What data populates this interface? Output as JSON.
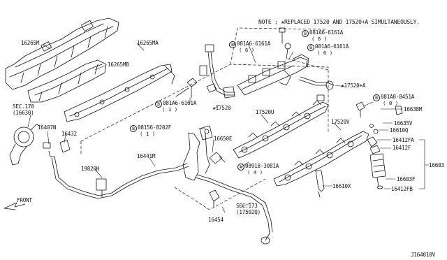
{
  "note": {
    "prefix": "NOTE ;",
    "text": "★REPLACED 17520 AND 17520+A SIMULTANEOUSLY."
  },
  "bolt_prefix": "B",
  "star_symbol": "★",
  "labels": {
    "p16265m": "16265M",
    "p16265mb": "16265MB",
    "p16265ma": "16265MA",
    "sec170_a": "SEC.170",
    "sec170_b": "(16630)",
    "p16407n": "16407N",
    "p16432": "16432",
    "p19820h": "19820H",
    "p16441m": "16441M",
    "p16650e": "16650E",
    "p16454": "16454",
    "sec173_a": "SEC.173",
    "sec173_b": "(17502Q)",
    "bolt1": "081A6-6161A",
    "bolt1_qty": "( 1 )",
    "bolt2": "081A6-6161A",
    "bolt2_qty": "( 6 )",
    "bolt3": "081A6-6161A",
    "bolt3_qty": "( 6 )",
    "bolt4": "081A6-6161A",
    "bolt4_qty": "( 6 )",
    "bolt5": "08156-8202F",
    "bolt5_qty": "( 1 )",
    "bolt6": "081A8-8451A",
    "bolt6_qty": "( 8 )",
    "nut": "08918-3081A",
    "nut_qty": "( 4 )",
    "nut_prefix": "N",
    "p17520": "17520",
    "p17520a": "17520+A",
    "p17520u": "17520U",
    "p17520v": "17520V",
    "p16610x": "16610X",
    "p16638m": "16638M",
    "p16635v": "16635V",
    "p16610q": "16610Q",
    "p16412fa": "16412FA",
    "p16412f": "16412F",
    "p16603": "16603",
    "p16603f": "16603F",
    "p16412fb": "16412FB",
    "front": "FRONT",
    "diagram_code": "J164010V"
  }
}
